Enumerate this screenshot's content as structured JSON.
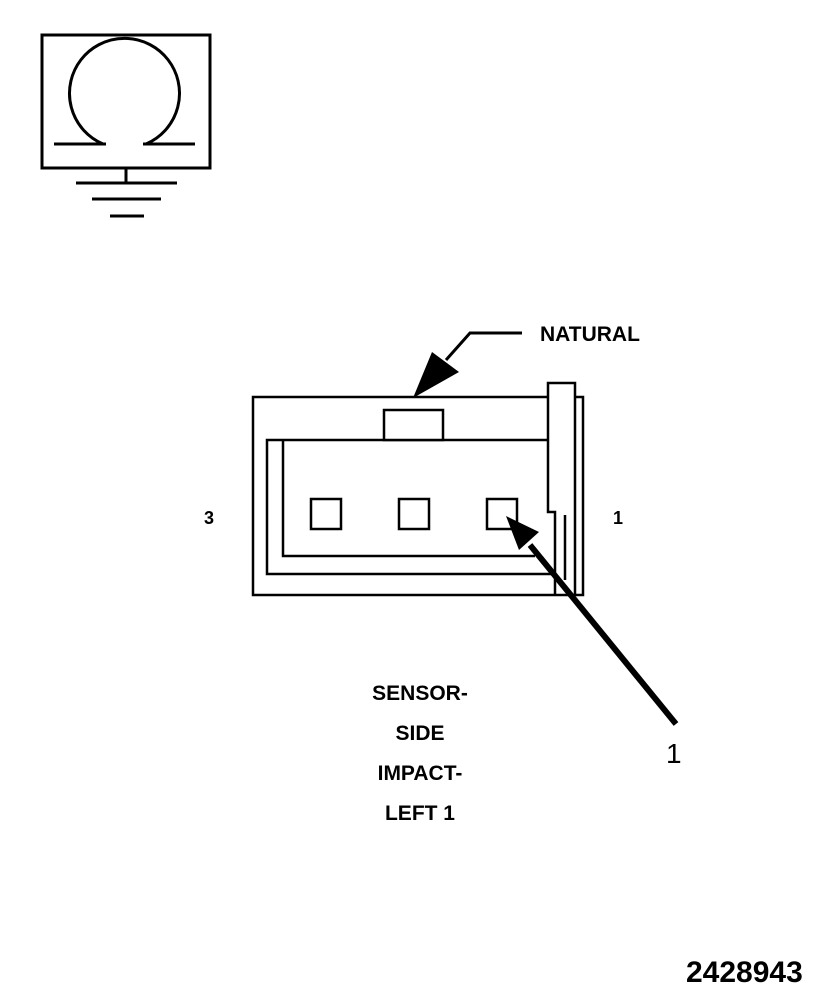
{
  "symbol": {
    "icon": "ground-ohm-icon"
  },
  "connector": {
    "color_label": "NATURAL",
    "pin_left": "3",
    "pin_right": "1",
    "callout": "1"
  },
  "caption": {
    "lines": [
      "SENSOR-",
      "SIDE",
      "IMPACT-",
      "LEFT 1"
    ]
  },
  "figure_number": "2428943"
}
